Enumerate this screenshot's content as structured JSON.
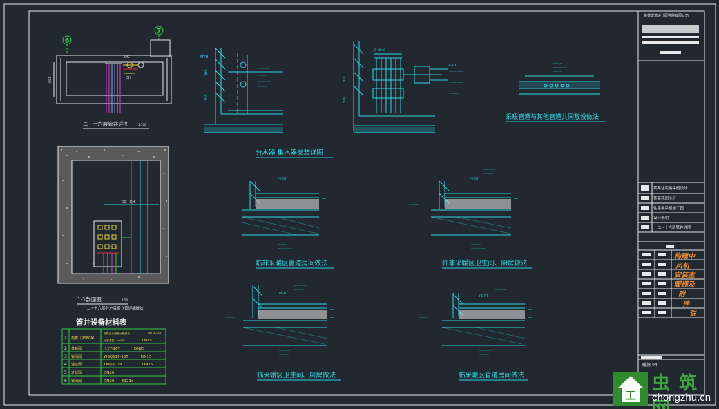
{
  "colors": {
    "background": "#212830",
    "cad_white": "#e8e8e8",
    "cad_cyan": "#2ad8e6",
    "cad_green": "#2ecc40",
    "cad_yellow": "#e8d840",
    "cad_magenta": "#d93cd9",
    "cad_red": "#e03030",
    "annotation_orange": "#e8892a"
  },
  "grid_markers": {
    "left": "6",
    "right": "7"
  },
  "labels": {
    "shaft_plan_title": "二~十六层管井详图",
    "shaft_plan_scale": "1:100",
    "shaft_section_title": "1-1剖面图",
    "shaft_section_scale": "1:50",
    "shaft_section_subtitle": "二~十六层分户采暖立管详细做法",
    "manifold_title": "分水器 集水器安装详图",
    "pipe_trench_title": "采暖管道与其他管道共同敷设做法",
    "detail_1_title": "临非采暖区管道房间做法",
    "detail_2_title": "临非采暖区卫生间、厨房做法",
    "detail_3_title": "临采暖区卫生间、厨房做法",
    "detail_4_title": "临采暖区管道房间做法",
    "pipe_label_main": "DG--GH",
    "pipe_tag": "PE-RT",
    "shaft_dim": "600"
  },
  "material_table": {
    "title": "管井设备材料表",
    "rows": [
      {
        "no": "1",
        "name": "热表（RS80A）",
        "spec_1": "规格见计量单元热量表",
        "spec_2": "MTH--2d",
        "spec_3": "标准流量1.5m³/h",
        "spec_4": "DN15"
      },
      {
        "no": "2",
        "name": "关断阀",
        "spec_1": "J11T-16T",
        "spec_2": "DN25",
        "spec_3": "",
        "spec_4": ""
      },
      {
        "no": "3",
        "name": "锁闭阀",
        "spec_1": "WSQ11F-16T",
        "spec_2": "DN15",
        "spec_3": "",
        "spec_4": ""
      },
      {
        "no": "4",
        "name": "温控阀",
        "spec_1": "TM(T)-10C(1)",
        "spec_2": "DN15",
        "spec_3": "",
        "spec_4": ""
      },
      {
        "no": "5",
        "name": "过滤器",
        "spec_1": "DN20",
        "spec_2": "",
        "spec_3": "",
        "spec_4": ""
      },
      {
        "no": "6",
        "name": "锁闭阀",
        "spec_1": "DN20",
        "spec_2": "E121d",
        "spec_3": "",
        "spec_4": ""
      }
    ]
  },
  "title_block": {
    "company": "某某建筑设计研究院有限公司",
    "project_rows": [
      "某某住宅楼采暖设计",
      "某某花园小区",
      "住宅楼采暖施工图",
      "设计说明"
    ],
    "drawing_name": "二~十六层管井详图",
    "signatures": [
      "构建中",
      "风机",
      "安装主",
      "暖通及",
      "附",
      "件",
      "说"
    ],
    "drawing_no": "暖施-04"
  },
  "watermark": {
    "brand": "虫 筑 网",
    "url": "chongzhu.cn",
    "logo_glyph": "工"
  }
}
